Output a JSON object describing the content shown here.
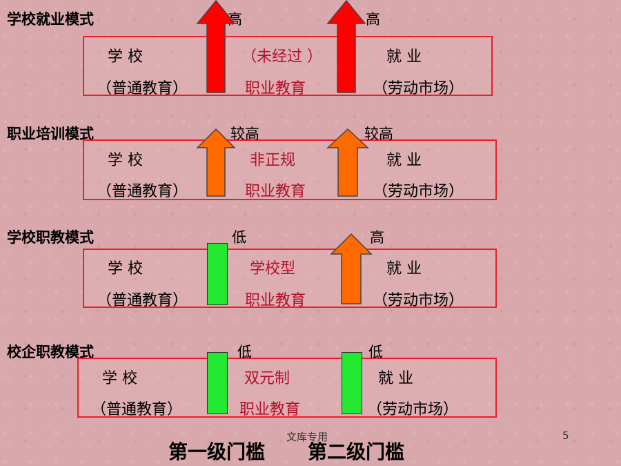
{
  "school_label": "学    校",
  "school_sub": "（普通教育）",
  "job_label": "就    业",
  "job_sub": "（劳动市场）",
  "vocational": "职业教育",
  "rows": [
    {
      "title": "学校就业模式",
      "level1": "高",
      "level2": "高",
      "middle": "（未经过 ）"
    },
    {
      "title": "职业培训模式",
      "level1": "较高",
      "level2": "较高",
      "middle": "非正规"
    },
    {
      "title": "学校职教模式",
      "level1": "低",
      "level2": "高",
      "middle": "学校型"
    },
    {
      "title": "校企职教模式",
      "level1": "低",
      "level2": "低",
      "middle": "双元制"
    }
  ],
  "threshold1": "第一级门槛",
  "threshold2": "第二级门槛",
  "footer_text": "文库专用",
  "page_number": "5",
  "colors": {
    "red_arrow": "#ff0000",
    "orange_arrow": "#ff6a00",
    "green_block": "#22e832",
    "box_border": "#e8202a"
  }
}
